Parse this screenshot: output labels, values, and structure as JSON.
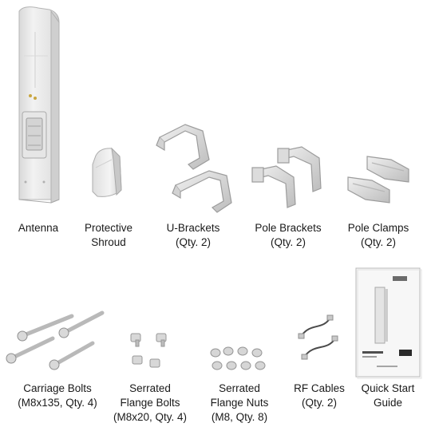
{
  "items": [
    {
      "id": "antenna",
      "lines": [
        "Antenna"
      ]
    },
    {
      "id": "shroud",
      "lines": [
        "Protective",
        "Shroud"
      ]
    },
    {
      "id": "u-brackets",
      "lines": [
        "U-Brackets",
        "(Qty. 2)"
      ]
    },
    {
      "id": "pole-brackets",
      "lines": [
        "Pole Brackets",
        "(Qty. 2)"
      ]
    },
    {
      "id": "pole-clamps",
      "lines": [
        "Pole Clamps",
        "(Qty. 2)"
      ]
    },
    {
      "id": "carriage-bolts",
      "lines": [
        "Carriage Bolts",
        "(M8x135, Qty. 4)"
      ]
    },
    {
      "id": "flange-bolts",
      "lines": [
        "Serrated",
        "Flange Bolts",
        "(M8x20, Qty. 4)"
      ]
    },
    {
      "id": "flange-nuts",
      "lines": [
        "Serrated",
        "Flange Nuts",
        "(M8, Qty. 8)"
      ]
    },
    {
      "id": "rf-cables",
      "lines": [
        "RF Cables",
        "(Qty. 2)"
      ]
    },
    {
      "id": "quick-start",
      "lines": [
        "Quick Start",
        "Guide"
      ]
    }
  ]
}
